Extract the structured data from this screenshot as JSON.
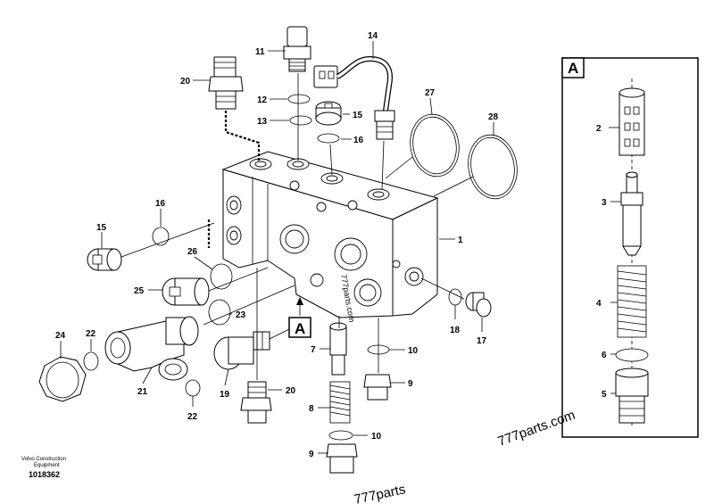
{
  "publisher": {
    "name_line1": "Volvo Construction",
    "name_line2": "Equipment",
    "diagram_id": "1018362"
  },
  "watermarks": {
    "main": "777parts.com",
    "bottom": "777parts",
    "vertical": "777parts.com"
  },
  "detail_view": {
    "label": "A",
    "marker_label": "A"
  },
  "callouts": {
    "p1": "1",
    "p2": "2",
    "p3": "3",
    "p4": "4",
    "p5": "5",
    "p6": "6",
    "p7": "7",
    "p8": "8",
    "p9a": "9",
    "p9b": "9",
    "p10a": "10",
    "p10b": "10",
    "p11": "11",
    "p12": "12",
    "p13": "13",
    "p14": "14",
    "p15a": "15",
    "p15b": "15",
    "p16a": "16",
    "p16b": "16",
    "p17": "17",
    "p18": "18",
    "p19": "19",
    "p20a": "20",
    "p20b": "20",
    "p21": "21",
    "p22a": "22",
    "p22b": "22",
    "p23": "23",
    "p24": "24",
    "p25": "25",
    "p26": "26",
    "p27": "27",
    "p28": "28"
  }
}
